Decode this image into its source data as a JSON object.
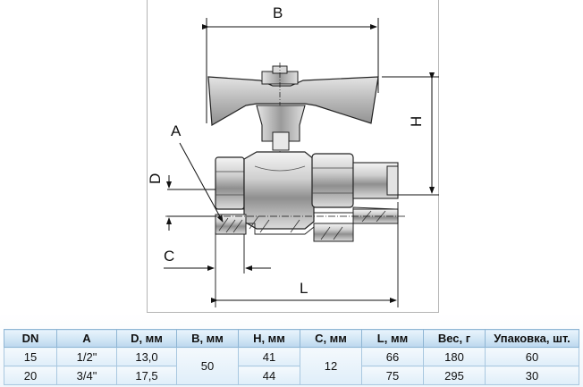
{
  "drawing": {
    "dimension_labels": {
      "B": "B",
      "H": "H",
      "A": "A",
      "D": "D",
      "C": "C",
      "L": "L"
    }
  },
  "table": {
    "headers": [
      "DN",
      "A",
      "D, мм",
      "B, мм",
      "H, мм",
      "C, мм",
      "L, мм",
      "Вес, г",
      "Упаковка, шт."
    ],
    "rows": [
      [
        "15",
        "1/2\"",
        "13,0",
        "50",
        "41",
        "12",
        "66",
        "180",
        "60"
      ],
      [
        "20",
        "3/4\"",
        "17,5",
        "",
        "44",
        "",
        "75",
        "295",
        "30"
      ]
    ]
  },
  "colors": {
    "table_border": "#7aa6c8",
    "header_bg": "#cfe4f4",
    "cell_bg": "#dfeef9"
  }
}
